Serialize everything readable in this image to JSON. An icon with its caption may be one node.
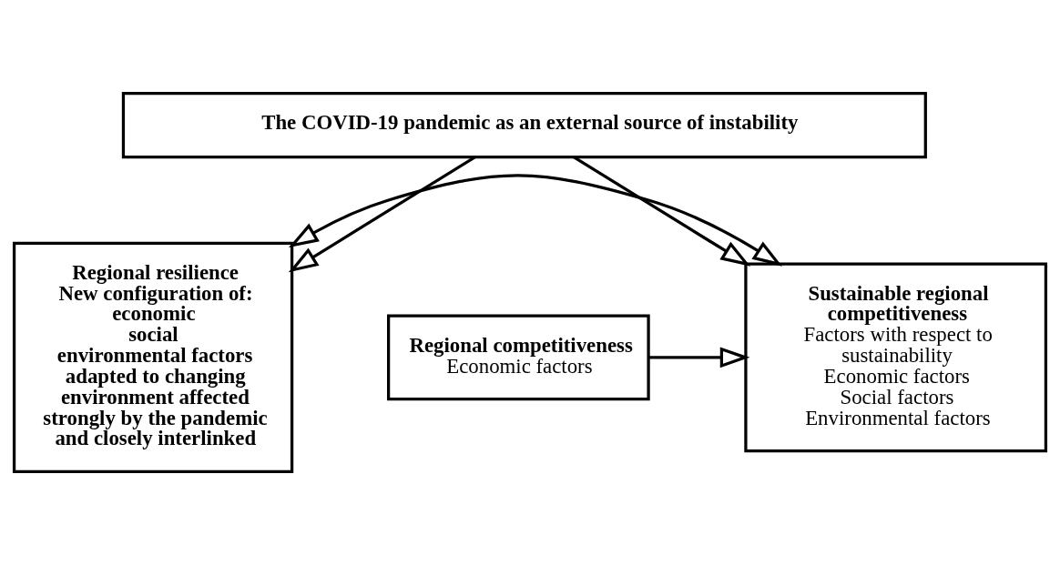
{
  "diagram": {
    "nodes": [
      {
        "text": [
          "The COVID-19 pandemic as an external source of instability"
        ]
      },
      {
        "text": [
          "Regional competitiveness",
          "Economic factors"
        ]
      },
      {
        "text": [
          "Sustainable regional competitiveness",
          "Factors with respect to sustainability",
          "Economic factors",
          "Social factors",
          "Environmental factors"
        ]
      },
      {
        "text": [
          "Regional resilience",
          "New configuration of:",
          "economic",
          "social",
          "environmental factors adapted to changing environment affected strongly by the pandemic and closely interlinked"
        ]
      }
    ],
    "edges": [
      {
        "from": 0,
        "to": 2,
        "arrow": "to"
      },
      {
        "from": 0,
        "to": 3,
        "arrow": "to"
      },
      {
        "from": 1,
        "to": 2,
        "arrow": "to"
      },
      {
        "from": 2,
        "to": 3,
        "arrow": "both"
      }
    ]
  }
}
